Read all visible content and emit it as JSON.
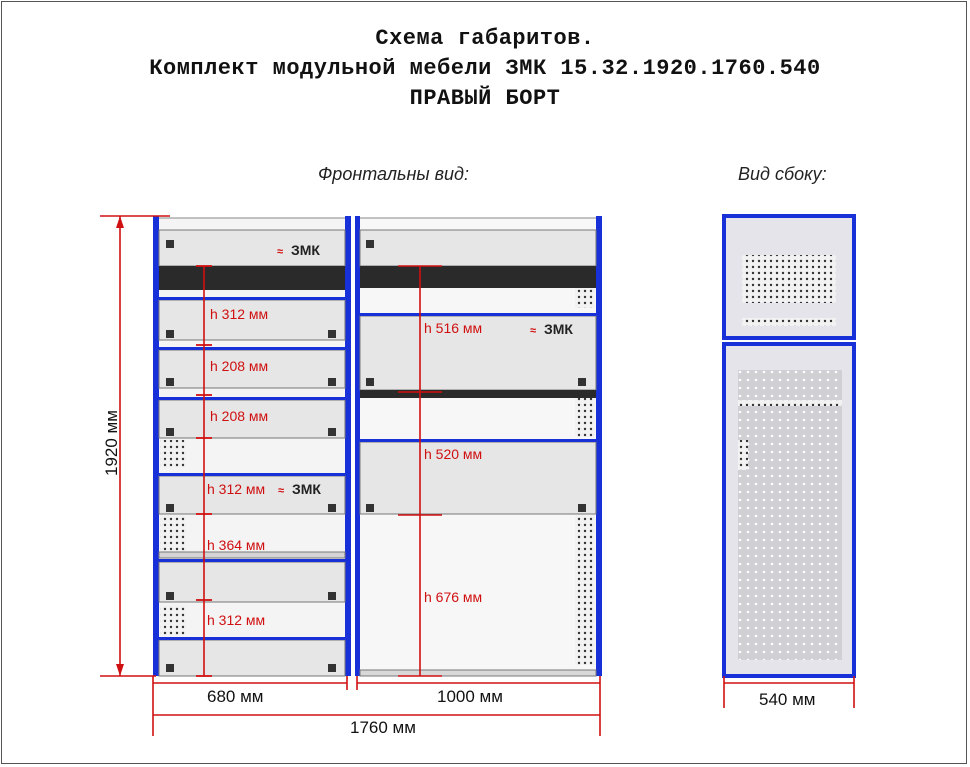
{
  "header": {
    "line1": "Схема габаритов.",
    "line2": "Комплект модульной мебели ЗМК 15.32.1920.1760.540",
    "line3": "ПРАВЫЙ БОРТ"
  },
  "views": {
    "front": "Фронтальны вид:",
    "side": "Вид сбоку:"
  },
  "dimensions": {
    "height": "1920 мм",
    "left_width": "680 мм",
    "right_width": "1000 мм",
    "total_width": "1760 мм",
    "depth": "540 мм"
  },
  "left_levels": [
    "h 312 мм",
    "h 208 мм",
    "h 208 мм",
    "h 312 мм",
    "h 364 мм",
    "h 312 мм"
  ],
  "right_levels": [
    "h 516 мм",
    "h 520 мм",
    "h 676 мм"
  ],
  "logo": "ЗМК",
  "colors": {
    "frame_blue": "#1730d8",
    "dim_red": "#d01010",
    "panel_grey": "#e6e6e6"
  }
}
